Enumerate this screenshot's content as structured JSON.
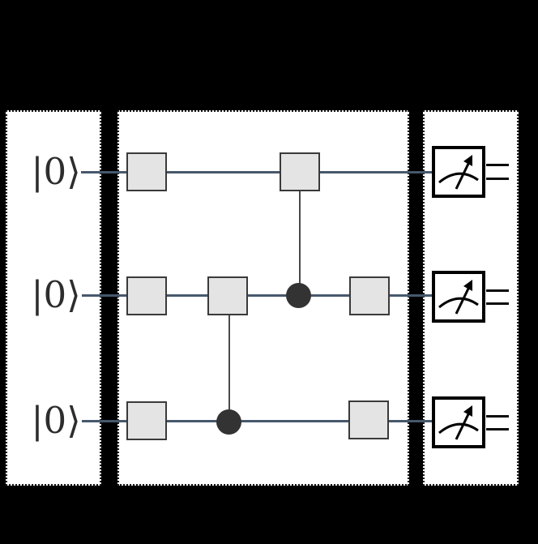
{
  "figure": {
    "type": "quantum-circuit-diagram",
    "background_color": "#000000",
    "panel_background": "#ffffff",
    "panel_border_style": "dotted",
    "panels": [
      {
        "name": "state-preparation",
        "contains": "qubit initial states"
      },
      {
        "name": "circuit",
        "contains": "quantum gates and controls"
      },
      {
        "name": "measurement",
        "contains": "readout meters"
      }
    ],
    "qubits": [
      {
        "id": "q0",
        "label": "|0⟩"
      },
      {
        "id": "q1",
        "label": "|0⟩"
      },
      {
        "id": "q2",
        "label": "|0⟩"
      }
    ],
    "circuit": {
      "wire_color": "#47586c",
      "gate_fill": "#e4e4e4",
      "gate_border": "#3a3a3a",
      "control_dot_color": "#333333",
      "gates": [
        {
          "qubit": 0,
          "column": 1,
          "type": "box"
        },
        {
          "qubit": 0,
          "column": 3,
          "type": "box",
          "controlled_by_qubit": 1
        },
        {
          "qubit": 1,
          "column": 1,
          "type": "box"
        },
        {
          "qubit": 1,
          "column": 2,
          "type": "box",
          "controlled_by_qubit": 2
        },
        {
          "qubit": 1,
          "column": 4,
          "type": "box"
        },
        {
          "qubit": 2,
          "column": 1,
          "type": "box"
        },
        {
          "qubit": 2,
          "column": 4,
          "type": "box"
        }
      ],
      "controls": [
        {
          "dot_on_qubit": 1,
          "column": 3,
          "connects_to_gate_on_qubit": 0
        },
        {
          "dot_on_qubit": 2,
          "column": 2,
          "connects_to_gate_on_qubit": 1
        }
      ]
    },
    "measurement": {
      "meter_icon": "gauge-meter-icon",
      "meters_count": 3,
      "classical_output_style": "double-line"
    }
  }
}
